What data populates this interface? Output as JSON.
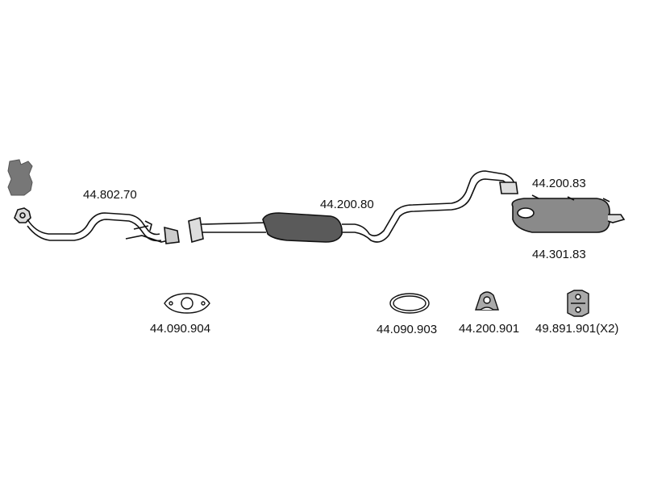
{
  "parts": {
    "front_pipe": "44.802.70",
    "center_silencer": "44.200.80",
    "tail_pipe": "44.200.83",
    "rear_silencer": "44.301.83",
    "flange_gasket": "44.090.904",
    "ring_gasket": "44.090.903",
    "rubber_hanger": "44.200.901",
    "rubber_mount": "49.891.901(X2)"
  },
  "colors": {
    "line": "#111111",
    "fill_dark": "#5a5a5a",
    "fill_gray": "#8a8a8a",
    "catalyst": "#777777"
  }
}
